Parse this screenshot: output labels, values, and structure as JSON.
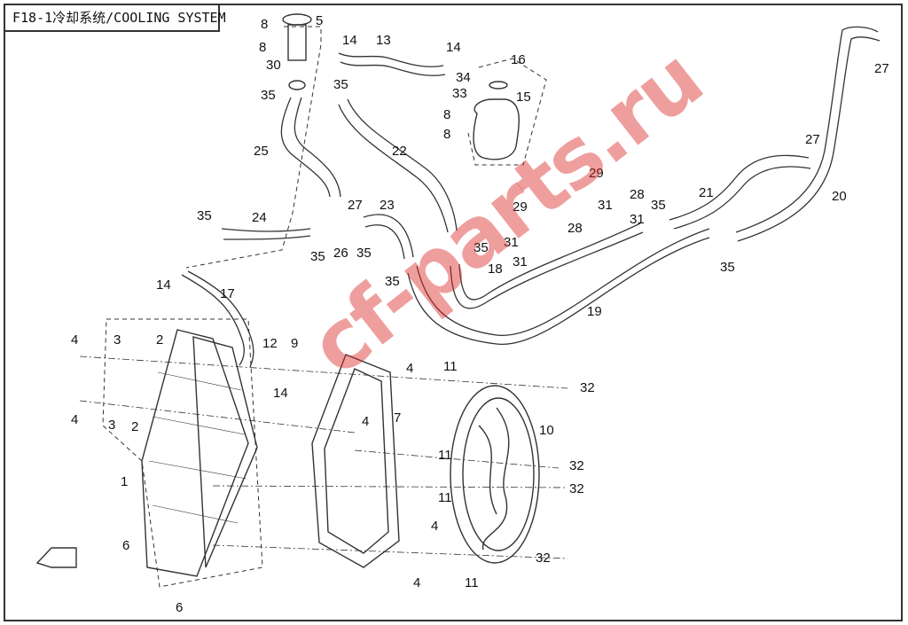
{
  "title": "F18-1冷却系统/COOLING SYSTEM",
  "watermark": "cf-parts.ru",
  "callouts": [
    {
      "id": "c5a",
      "text": "5"
    },
    {
      "id": "c8a",
      "text": "8"
    },
    {
      "id": "c8b",
      "text": "8"
    },
    {
      "id": "c30",
      "text": "30"
    },
    {
      "id": "c35a",
      "text": "35"
    },
    {
      "id": "c14a",
      "text": "14"
    },
    {
      "id": "c13",
      "text": "13"
    },
    {
      "id": "c14b",
      "text": "14"
    },
    {
      "id": "c16",
      "text": "16"
    },
    {
      "id": "c34",
      "text": "34"
    },
    {
      "id": "c33",
      "text": "33"
    },
    {
      "id": "c15",
      "text": "15"
    },
    {
      "id": "c8c",
      "text": "8"
    },
    {
      "id": "c8d",
      "text": "8"
    },
    {
      "id": "c35b",
      "text": "35"
    },
    {
      "id": "c25",
      "text": "25"
    },
    {
      "id": "c22",
      "text": "22"
    },
    {
      "id": "c27a",
      "text": "27"
    },
    {
      "id": "c27b",
      "text": "27"
    },
    {
      "id": "c27c",
      "text": "27"
    },
    {
      "id": "c35c",
      "text": "35"
    },
    {
      "id": "c24",
      "text": "24"
    },
    {
      "id": "c35d",
      "text": "35"
    },
    {
      "id": "c26",
      "text": "26"
    },
    {
      "id": "c35e",
      "text": "35"
    },
    {
      "id": "c23",
      "text": "23"
    },
    {
      "id": "c35f",
      "text": "35"
    },
    {
      "id": "c35g",
      "text": "35"
    },
    {
      "id": "c29a",
      "text": "29"
    },
    {
      "id": "c29b",
      "text": "29"
    },
    {
      "id": "c28a",
      "text": "28"
    },
    {
      "id": "c28b",
      "text": "28"
    },
    {
      "id": "c31a",
      "text": "31"
    },
    {
      "id": "c31b",
      "text": "31"
    },
    {
      "id": "c31c",
      "text": "31"
    },
    {
      "id": "c31d",
      "text": "31"
    },
    {
      "id": "c35h",
      "text": "35"
    },
    {
      "id": "c21",
      "text": "21"
    },
    {
      "id": "c20",
      "text": "20"
    },
    {
      "id": "c35i",
      "text": "35"
    },
    {
      "id": "c18",
      "text": "18"
    },
    {
      "id": "c19",
      "text": "19"
    },
    {
      "id": "c14c",
      "text": "14"
    },
    {
      "id": "c17",
      "text": "17"
    },
    {
      "id": "c12",
      "text": "12"
    },
    {
      "id": "c9",
      "text": "9"
    },
    {
      "id": "c14d",
      "text": "14"
    },
    {
      "id": "c4a",
      "text": "4"
    },
    {
      "id": "c3a",
      "text": "3"
    },
    {
      "id": "c2a",
      "text": "2"
    },
    {
      "id": "c4b",
      "text": "4"
    },
    {
      "id": "c3b",
      "text": "3"
    },
    {
      "id": "c2b",
      "text": "2"
    },
    {
      "id": "c1",
      "text": "1"
    },
    {
      "id": "c6a",
      "text": "6"
    },
    {
      "id": "c6b",
      "text": "6"
    },
    {
      "id": "c4c",
      "text": "4"
    },
    {
      "id": "c11a",
      "text": "11"
    },
    {
      "id": "c32a",
      "text": "32"
    },
    {
      "id": "c4d",
      "text": "4"
    },
    {
      "id": "c7",
      "text": "7"
    },
    {
      "id": "c10",
      "text": "10"
    },
    {
      "id": "c11b",
      "text": "11"
    },
    {
      "id": "c32b",
      "text": "32"
    },
    {
      "id": "c11c",
      "text": "11"
    },
    {
      "id": "c32c",
      "text": "32"
    },
    {
      "id": "c4e",
      "text": "4"
    },
    {
      "id": "c4f",
      "text": "4"
    },
    {
      "id": "c11d",
      "text": "11"
    },
    {
      "id": "c32d",
      "text": "32"
    }
  ],
  "colors": {
    "line": "#333333",
    "text": "#111111",
    "watermark": "#dc2828"
  }
}
